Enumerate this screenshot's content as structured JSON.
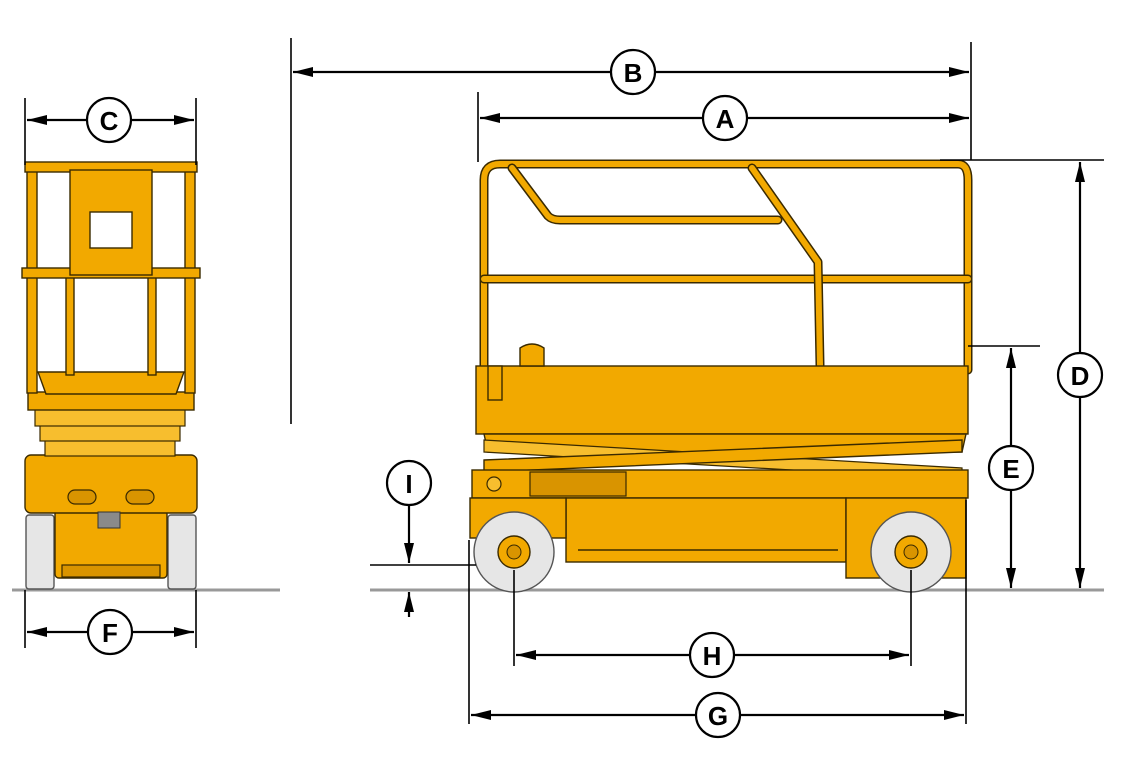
{
  "diagram": {
    "brand_color": "#F2A900",
    "dimension_labels": {
      "A": "A",
      "B": "B",
      "C": "C",
      "D": "D",
      "E": "E",
      "F": "F",
      "G": "G",
      "H": "H",
      "I": "I"
    }
  }
}
